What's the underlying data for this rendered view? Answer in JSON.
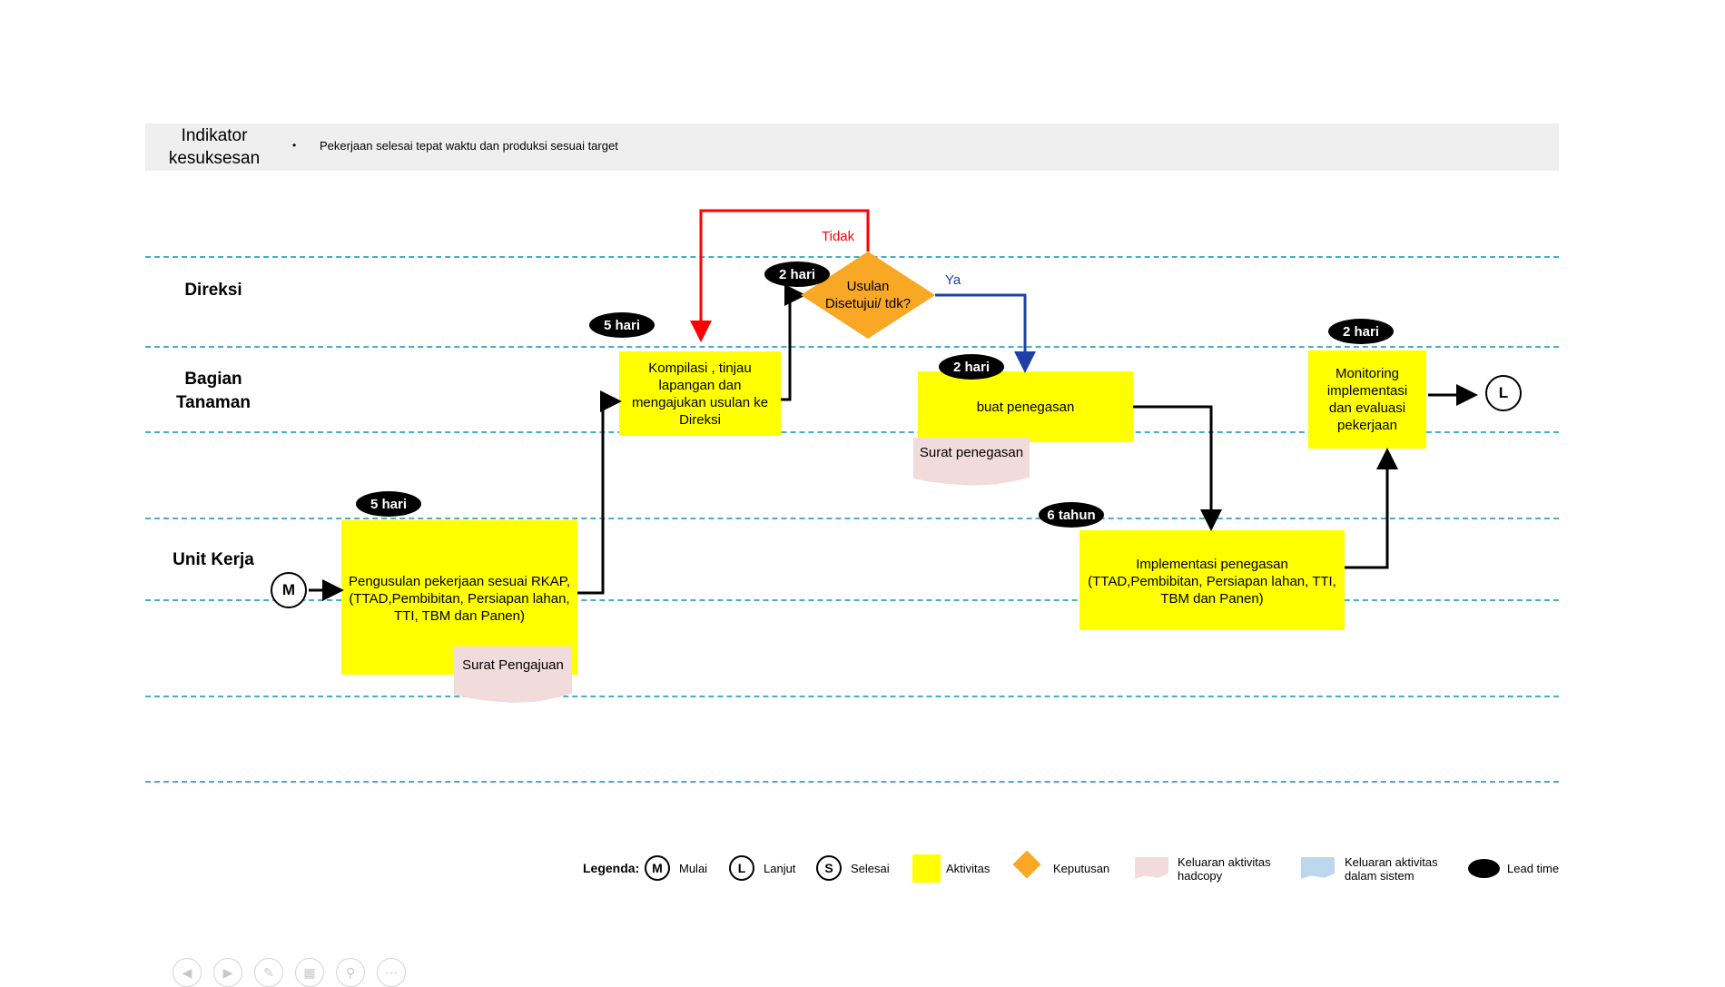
{
  "indicator": {
    "label": "Indikator\nkesuksesan",
    "bullet": "•",
    "text": "Pekerjaan selesai tepat waktu dan produksi sesuai target"
  },
  "lanes": {
    "direksi": "Direksi",
    "bagian_tanaman": "Bagian\nTanaman",
    "unit_kerja": "Unit Kerja"
  },
  "activities": {
    "pengusulan": "Pengusulan pekerjaan sesuai RKAP,\n(TTAD,Pembibitan, Persiapan lahan,\nTTI, TBM dan Panen)",
    "kompilasi": "Kompilasi , tinjau\nlapangan dan\nmengajukan usulan ke\nDireksi",
    "penegasan": "buat penegasan",
    "implementasi": "Implementasi  penegasan\n(TTAD,Pembibitan, Persiapan lahan, TTI,\nTBM  dan Panen)",
    "monitoring": "Monitoring\nimplementasi\ndan evaluasi\npekerjaan"
  },
  "decision": {
    "label_line1": "Usulan",
    "label_line2": "Disetujui/ tdk?",
    "no": "Tidak",
    "yes": "Ya"
  },
  "outputs": {
    "surat_pengajuan": "Surat Pengajuan",
    "surat_penegasan": "Surat penegasan"
  },
  "lead_times": {
    "pengusulan": "5 hari",
    "kompilasi": "5 hari",
    "keputusan": "2 hari",
    "penegasan": "2 hari",
    "implementasi": "6 tahun",
    "monitoring": "2 hari"
  },
  "terminals": {
    "start": "M",
    "next": "L"
  },
  "legend": {
    "title": "Legenda:",
    "mulai_symbol": "M",
    "mulai": "Mulai",
    "lanjut_symbol": "L",
    "lanjut": "Lanjut",
    "selesai_symbol": "S",
    "selesai": "Selesai",
    "aktivitas": "Aktivitas",
    "keputusan": "Keputusan",
    "hardcopy": "Keluaran aktivitas\nhadcopy",
    "sistem": "Keluaran aktivitas\ndalam sistem",
    "leadtime": "Lead time"
  },
  "colors": {
    "activity": "#ffff00",
    "decision": "#f9a825",
    "document": "#f2dcdb",
    "system_output": "#bdd7ee",
    "lane_line": "#4bacc6",
    "no_arrow": "#ff0000",
    "yes_arrow": "#1f3fa8"
  },
  "toolbar": {
    "icons": [
      "prev-icon",
      "next-icon",
      "pen-icon",
      "slides-icon",
      "zoom-icon",
      "more-icon"
    ]
  }
}
